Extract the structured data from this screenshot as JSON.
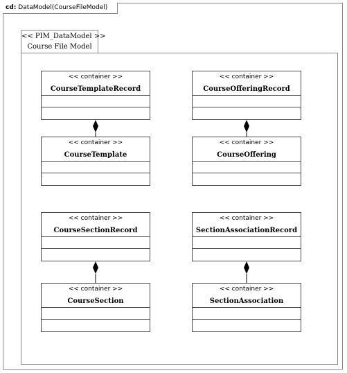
{
  "frame": {
    "kind": "cd:",
    "title": "DataModel(CourseFileModel)"
  },
  "package": {
    "stereotype": "<< PIM_DataModel >>",
    "name": "Course File Model"
  },
  "classes": [
    {
      "stereotype": "<< container >>",
      "name": "CourseTemplateRecord"
    },
    {
      "stereotype": "<< container >>",
      "name": "CourseOfferingRecord"
    },
    {
      "stereotype": "<< container >>",
      "name": "CourseTemplate"
    },
    {
      "stereotype": "<< container >>",
      "name": "CourseOffering"
    },
    {
      "stereotype": "<< container >>",
      "name": "CourseSectionRecord"
    },
    {
      "stereotype": "<< container >>",
      "name": "SectionAssociationRecord"
    },
    {
      "stereotype": "<< container >>",
      "name": "CourseSection"
    },
    {
      "stereotype": "<< container >>",
      "name": "SectionAssociation"
    }
  ],
  "relationships": [
    {
      "type": "composition",
      "whole": "CourseTemplateRecord",
      "part": "CourseTemplate"
    },
    {
      "type": "composition",
      "whole": "CourseOfferingRecord",
      "part": "CourseOffering"
    },
    {
      "type": "composition",
      "whole": "CourseSectionRecord",
      "part": "CourseSection"
    },
    {
      "type": "composition",
      "whole": "SectionAssociationRecord",
      "part": "SectionAssociation"
    }
  ]
}
